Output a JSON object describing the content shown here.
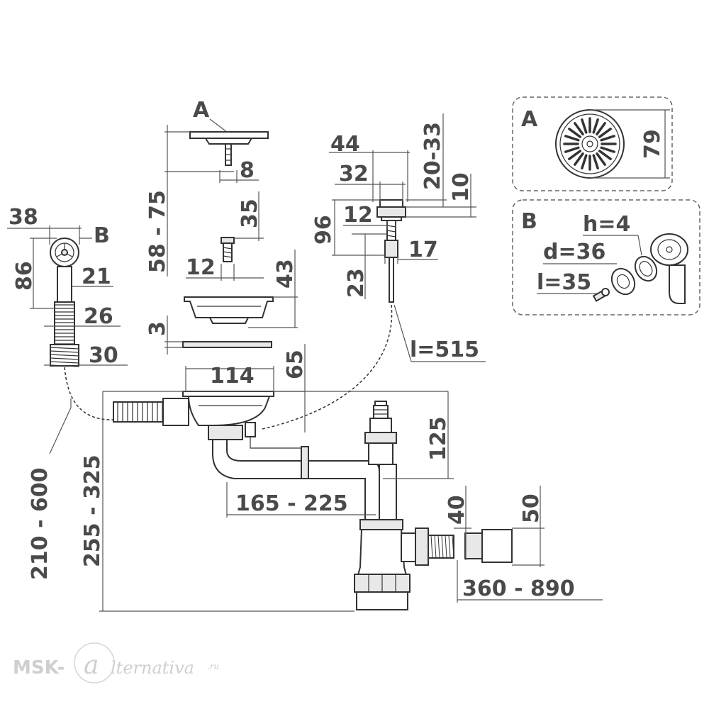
{
  "labels": {
    "part_a": "A",
    "part_b": "B",
    "box_a": "A",
    "box_b": "B"
  },
  "dims": {
    "d44": "44",
    "d32": "32",
    "d20_33": "20-33",
    "d10": "10",
    "d12_top": "12",
    "d96": "96",
    "d17": "17",
    "d23": "23",
    "d8": "8",
    "d58_75": "58 - 75",
    "d35": "35",
    "d12_mid": "12",
    "d43": "43",
    "d3": "3",
    "d65": "65",
    "d114": "114",
    "d38": "38",
    "d86": "86",
    "d21": "21",
    "d26": "26",
    "d30": "30",
    "d79": "79",
    "h4": "h=4",
    "d36": "d=36",
    "l35": "l=35",
    "l515": "l=515",
    "d125": "125",
    "d165_225": "165 - 225",
    "d210_600": "210 - 600",
    "d255_325": "255 - 325",
    "d40": "40",
    "d50": "50",
    "d360_890": "360 - 890"
  },
  "watermark": {
    "brand": "MSK-",
    "letter": "a",
    "rest": "lternativa",
    "tld": ".ru"
  }
}
